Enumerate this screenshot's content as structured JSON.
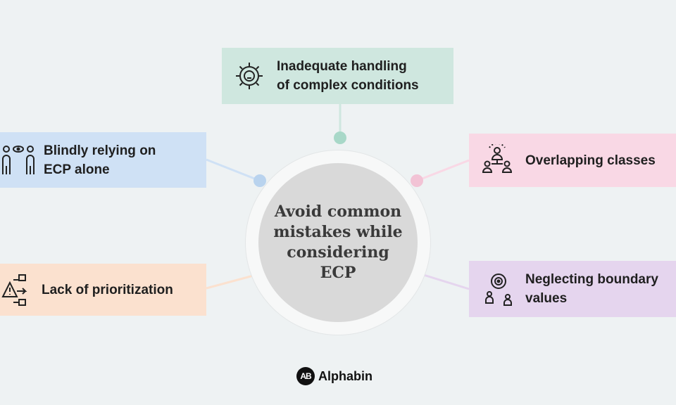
{
  "center": {
    "text": "Avoid common\nmistakes while\nconsidering\nECP"
  },
  "items": [
    {
      "label": "Inadequate handling\nof complex conditions",
      "icon": "gear-bulb-icon",
      "color": "#cfe7df",
      "dot": "#a8d8c8"
    },
    {
      "label": "Blindly relying on\nECP alone",
      "icon": "people-eye-icon",
      "color": "#cfe1f5",
      "dot": "#b9d3ee"
    },
    {
      "label": "Lack of prioritization",
      "icon": "warning-flow-icon",
      "color": "#fbe1cf",
      "dot": "#f7c9a6"
    },
    {
      "label": "Overlapping classes",
      "icon": "hierarchy-people-icon",
      "color": "#f9d8e5",
      "dot": "#f2c3d5"
    },
    {
      "label": "Neglecting boundary\nvalues",
      "icon": "target-people-icon",
      "color": "#e5d5ee",
      "dot": "#d9bfe6"
    }
  ],
  "logo": {
    "mark": "AB",
    "text": "Alphabin"
  }
}
